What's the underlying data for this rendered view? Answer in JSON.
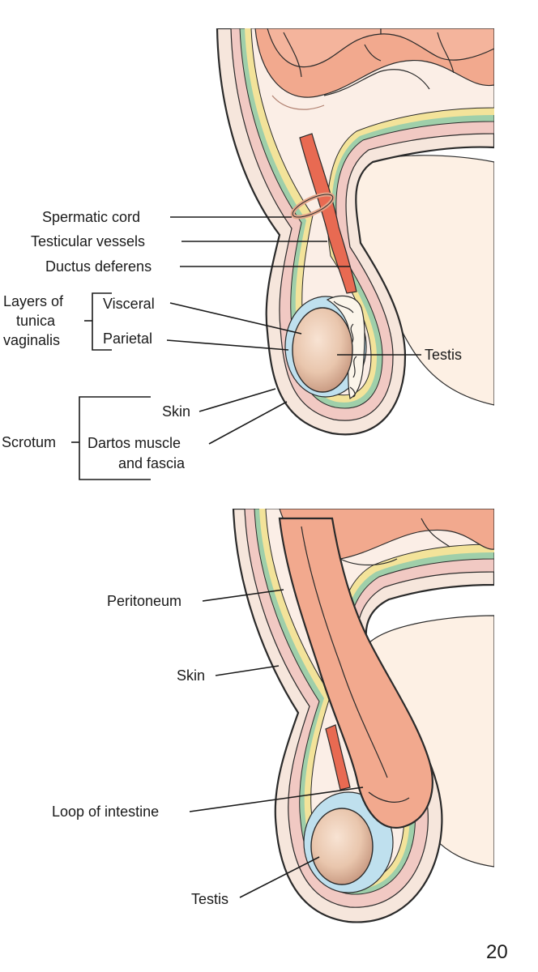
{
  "top_diagram": {
    "labels": {
      "spermatic_cord": "Spermatic cord",
      "testicular_vessels": "Testicular vessels",
      "ductus_deferens": "Ductus deferens",
      "layers_line1": "Layers of",
      "layers_line2": "tunica",
      "layers_line3": "vaginalis",
      "visceral": "Visceral",
      "parietal": "Parietal",
      "testis": "Testis",
      "skin": "Skin",
      "scrotum": "Scrotum",
      "dartos_line1": "Dartos muscle",
      "dartos_line2": "and fascia"
    }
  },
  "bottom_diagram": {
    "labels": {
      "peritoneum": "Peritoneum",
      "skin": "Skin",
      "loop_of_intestine": "Loop of intestine",
      "testis": "Testis"
    }
  },
  "page_number": "20",
  "colors": {
    "skin": "#f6e6dc",
    "thigh": "#fdf0e4",
    "body_wall_pink": "#f1c9c3",
    "intestine": "#f2a98e",
    "peritoneum_blue": "#bfe0ee",
    "fascia_green": "#9fcfaa",
    "fascia_yellow": "#f3e39a",
    "vessel_red": "#e86a52",
    "testis": "#eac9b2",
    "epididymis": "#fbf5ea"
  }
}
